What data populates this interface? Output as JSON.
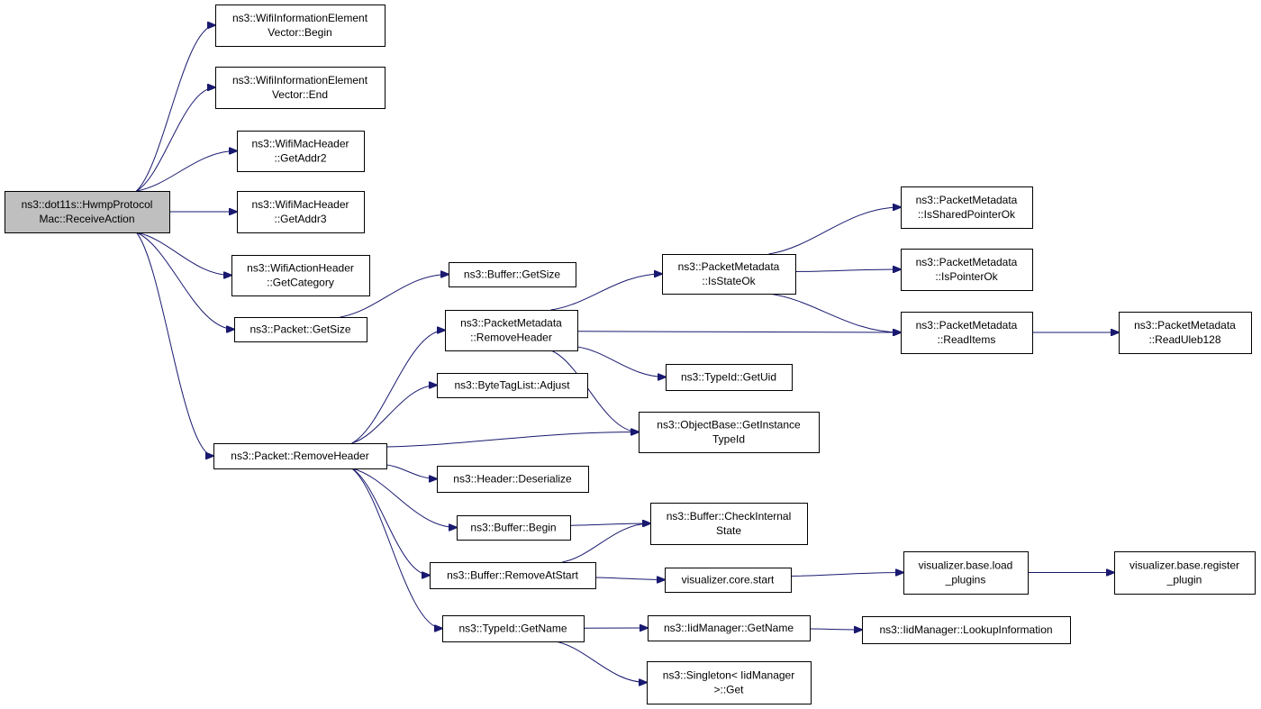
{
  "colors": {
    "edge": "#191970",
    "root_fill": "#bfbfbf",
    "node_fill": "#ffffff",
    "border": "#000000"
  },
  "nodes": [
    {
      "id": "root",
      "lines": [
        "ns3::dot11s::HwmpProtocol",
        "Mac::ReceiveAction"
      ],
      "highlight": true
    },
    {
      "id": "wie-begin",
      "lines": [
        "ns3::WifiInformationElement",
        "Vector::Begin"
      ]
    },
    {
      "id": "wie-end",
      "lines": [
        "ns3::WifiInformationElement",
        "Vector::End"
      ]
    },
    {
      "id": "wmh-addr2",
      "lines": [
        "ns3::WifiMacHeader",
        "::GetAddr2"
      ]
    },
    {
      "id": "wmh-addr3",
      "lines": [
        "ns3::WifiMacHeader",
        "::GetAddr3"
      ]
    },
    {
      "id": "wah-category",
      "lines": [
        "ns3::WifiActionHeader",
        "::GetCategory"
      ]
    },
    {
      "id": "packet-getsize",
      "lines": [
        "ns3::Packet::GetSize"
      ]
    },
    {
      "id": "packet-removeheader",
      "lines": [
        "ns3::Packet::RemoveHeader"
      ]
    },
    {
      "id": "buffer-getsize",
      "lines": [
        "ns3::Buffer::GetSize"
      ]
    },
    {
      "id": "pm-removeheader",
      "lines": [
        "ns3::PacketMetadata",
        "::RemoveHeader"
      ]
    },
    {
      "id": "btl-adjust",
      "lines": [
        "ns3::ByteTagList::Adjust"
      ]
    },
    {
      "id": "header-deserialize",
      "lines": [
        "ns3::Header::Deserialize"
      ]
    },
    {
      "id": "buffer-begin",
      "lines": [
        "ns3::Buffer::Begin"
      ]
    },
    {
      "id": "buffer-removeatstart",
      "lines": [
        "ns3::Buffer::RemoveAtStart"
      ]
    },
    {
      "id": "typeid-getname",
      "lines": [
        "ns3::TypeId::GetName"
      ]
    },
    {
      "id": "pm-isstateok",
      "lines": [
        "ns3::PacketMetadata",
        "::IsStateOk"
      ]
    },
    {
      "id": "typeid-getuid",
      "lines": [
        "ns3::TypeId::GetUid"
      ]
    },
    {
      "id": "ob-getinstancetypeid",
      "lines": [
        "ns3::ObjectBase::GetInstance",
        "TypeId"
      ]
    },
    {
      "id": "buffer-checkinternalstate",
      "lines": [
        "ns3::Buffer::CheckInternal",
        "State"
      ]
    },
    {
      "id": "vis-core-start",
      "lines": [
        "visualizer.core.start"
      ]
    },
    {
      "id": "iidmanager-getname",
      "lines": [
        "ns3::IidManager::GetName"
      ]
    },
    {
      "id": "singleton-get",
      "lines": [
        "ns3::Singleton< IidManager",
        ">::Get"
      ]
    },
    {
      "id": "pm-issharedpointerok",
      "lines": [
        "ns3::PacketMetadata",
        "::IsSharedPointerOk"
      ]
    },
    {
      "id": "pm-ispointerok",
      "lines": [
        "ns3::PacketMetadata",
        "::IsPointerOk"
      ]
    },
    {
      "id": "pm-readitems",
      "lines": [
        "ns3::PacketMetadata",
        "::ReadItems"
      ]
    },
    {
      "id": "vis-base-loadplugins",
      "lines": [
        "visualizer.base.load",
        "_plugins"
      ]
    },
    {
      "id": "iidmanager-lookupinformation",
      "lines": [
        "ns3::IidManager::LookupInformation"
      ]
    },
    {
      "id": "pm-readuleb128",
      "lines": [
        "ns3::PacketMetadata",
        "::ReadUleb128"
      ]
    },
    {
      "id": "vis-base-registerplugin",
      "lines": [
        "visualizer.base.register",
        "_plugin"
      ]
    }
  ],
  "edges": [
    [
      "root",
      "wie-begin"
    ],
    [
      "root",
      "wie-end"
    ],
    [
      "root",
      "wmh-addr2"
    ],
    [
      "root",
      "wmh-addr3"
    ],
    [
      "root",
      "wah-category"
    ],
    [
      "root",
      "packet-getsize"
    ],
    [
      "root",
      "packet-removeheader"
    ],
    [
      "packet-getsize",
      "buffer-getsize"
    ],
    [
      "packet-removeheader",
      "pm-removeheader"
    ],
    [
      "packet-removeheader",
      "btl-adjust"
    ],
    [
      "packet-removeheader",
      "ob-getinstancetypeid"
    ],
    [
      "packet-removeheader",
      "header-deserialize"
    ],
    [
      "packet-removeheader",
      "buffer-begin"
    ],
    [
      "packet-removeheader",
      "buffer-removeatstart"
    ],
    [
      "packet-removeheader",
      "typeid-getname"
    ],
    [
      "pm-removeheader",
      "pm-isstateok"
    ],
    [
      "pm-removeheader",
      "pm-readitems"
    ],
    [
      "pm-removeheader",
      "typeid-getuid"
    ],
    [
      "pm-removeheader",
      "ob-getinstancetypeid"
    ],
    [
      "pm-isstateok",
      "pm-issharedpointerok"
    ],
    [
      "pm-isstateok",
      "pm-ispointerok"
    ],
    [
      "pm-isstateok",
      "pm-readitems"
    ],
    [
      "pm-readitems",
      "pm-readuleb128"
    ],
    [
      "buffer-begin",
      "buffer-checkinternalstate"
    ],
    [
      "buffer-removeatstart",
      "buffer-checkinternalstate"
    ],
    [
      "buffer-removeatstart",
      "vis-core-start"
    ],
    [
      "vis-core-start",
      "vis-base-loadplugins"
    ],
    [
      "vis-base-loadplugins",
      "vis-base-registerplugin"
    ],
    [
      "typeid-getname",
      "iidmanager-getname"
    ],
    [
      "typeid-getname",
      "singleton-get"
    ],
    [
      "iidmanager-getname",
      "iidmanager-lookupinformation"
    ]
  ]
}
